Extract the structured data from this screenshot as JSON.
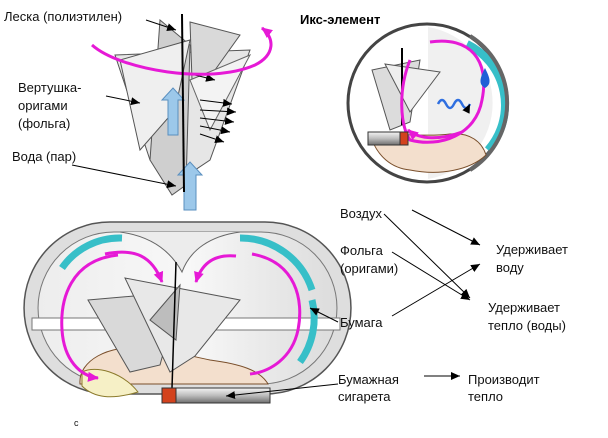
{
  "title": "Икс-элемент",
  "colors": {
    "magenta": "#e619d6",
    "cyan": "#37bfc8",
    "steam": "#9cc8ea",
    "foil": "#d8d8d8",
    "cigarette_tip": "#d3421d",
    "water_drop": "#1f5fd6",
    "heat_squiggle": "#2f6fe0"
  },
  "labels": {
    "fishing_line": "Леска (полиэтилен)",
    "pinwheel_line1": "Вертушка-",
    "pinwheel_line2": "оригами",
    "pinwheel_line3": "(фольга)",
    "water": "Вода (пар)",
    "paper": "Бумага",
    "cigarette_line1": "Бумажная",
    "cigarette_line2": "сигарета",
    "corner_mark": "c"
  },
  "relations": {
    "air": "Воздух",
    "foil_line1": "Фольга",
    "foil_line2": "(оригами)",
    "paper": "Бумага",
    "holds_water_line1": "Удерживает",
    "holds_water_line2": "воду",
    "holds_heat_line1": "Удерживает",
    "holds_heat_line2": "тепло (воды)",
    "cigarette_line1": "Бумажная",
    "cigarette_line2": "сигарета",
    "produces_heat_line1": "Производит",
    "produces_heat_line2": "тепло"
  }
}
